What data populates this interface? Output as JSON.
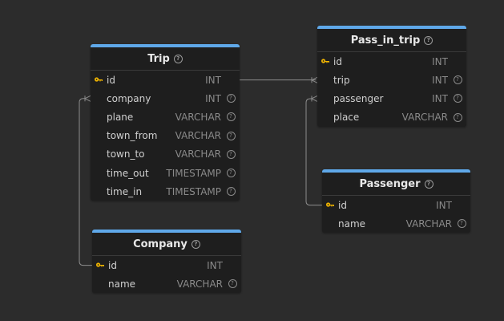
{
  "colors": {
    "background": "#2c2c2c",
    "table_bg": "#1e1e1e",
    "header_accent": "#5fa8e9",
    "key_icon": "#f0b400",
    "connector": "#8c8c8c"
  },
  "info_glyph": "?",
  "tables": {
    "trip": {
      "title": "Trip",
      "columns": [
        {
          "name": "id",
          "type": "INT",
          "pk": true,
          "info": false
        },
        {
          "name": "company",
          "type": "INT",
          "pk": false,
          "info": true
        },
        {
          "name": "plane",
          "type": "VARCHAR",
          "pk": false,
          "info": true
        },
        {
          "name": "town_from",
          "type": "VARCHAR",
          "pk": false,
          "info": true
        },
        {
          "name": "town_to",
          "type": "VARCHAR",
          "pk": false,
          "info": true
        },
        {
          "name": "time_out",
          "type": "TIMESTAMP",
          "pk": false,
          "info": true
        },
        {
          "name": "time_in",
          "type": "TIMESTAMP",
          "pk": false,
          "info": true
        }
      ]
    },
    "pass_in_trip": {
      "title": "Pass_in_trip",
      "columns": [
        {
          "name": "id",
          "type": "INT",
          "pk": true,
          "info": false
        },
        {
          "name": "trip",
          "type": "INT",
          "pk": false,
          "info": true
        },
        {
          "name": "passenger",
          "type": "INT",
          "pk": false,
          "info": true
        },
        {
          "name": "place",
          "type": "VARCHAR",
          "pk": false,
          "info": true
        }
      ]
    },
    "passenger": {
      "title": "Passenger",
      "columns": [
        {
          "name": "id",
          "type": "INT",
          "pk": true,
          "info": false
        },
        {
          "name": "name",
          "type": "VARCHAR",
          "pk": false,
          "info": true
        }
      ]
    },
    "company": {
      "title": "Company",
      "columns": [
        {
          "name": "id",
          "type": "INT",
          "pk": true,
          "info": false
        },
        {
          "name": "name",
          "type": "VARCHAR",
          "pk": false,
          "info": true
        }
      ]
    }
  },
  "relations": [
    {
      "from": "pass_in_trip.trip",
      "to": "trip.id",
      "cardinality": "many-to-one"
    },
    {
      "from": "pass_in_trip.passenger",
      "to": "passenger.id",
      "cardinality": "many-to-one"
    },
    {
      "from": "trip.company",
      "to": "company.id",
      "cardinality": "many-to-one"
    }
  ]
}
